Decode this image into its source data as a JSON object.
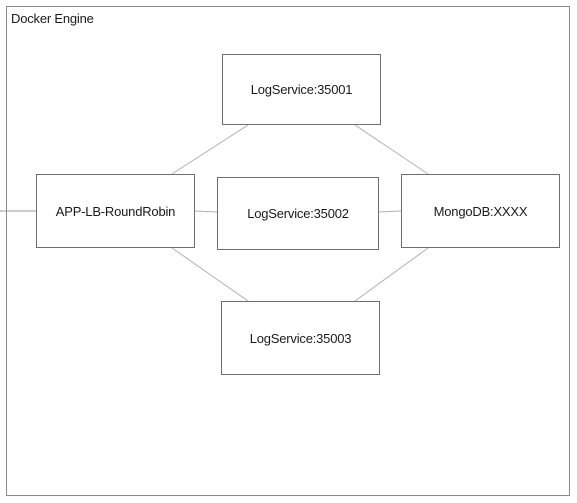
{
  "frame": {
    "title": "Docker Engine"
  },
  "nodes": {
    "app": "APP-LB-RoundRobin",
    "log1": "LogService:35001",
    "log2": "LogService:35002",
    "log3": "LogService:35003",
    "mongo": "MongoDB:XXXX"
  },
  "colors": {
    "border": "#6e6e6e",
    "connector": "#b0b0b0",
    "frame": "#8a8a8a"
  }
}
